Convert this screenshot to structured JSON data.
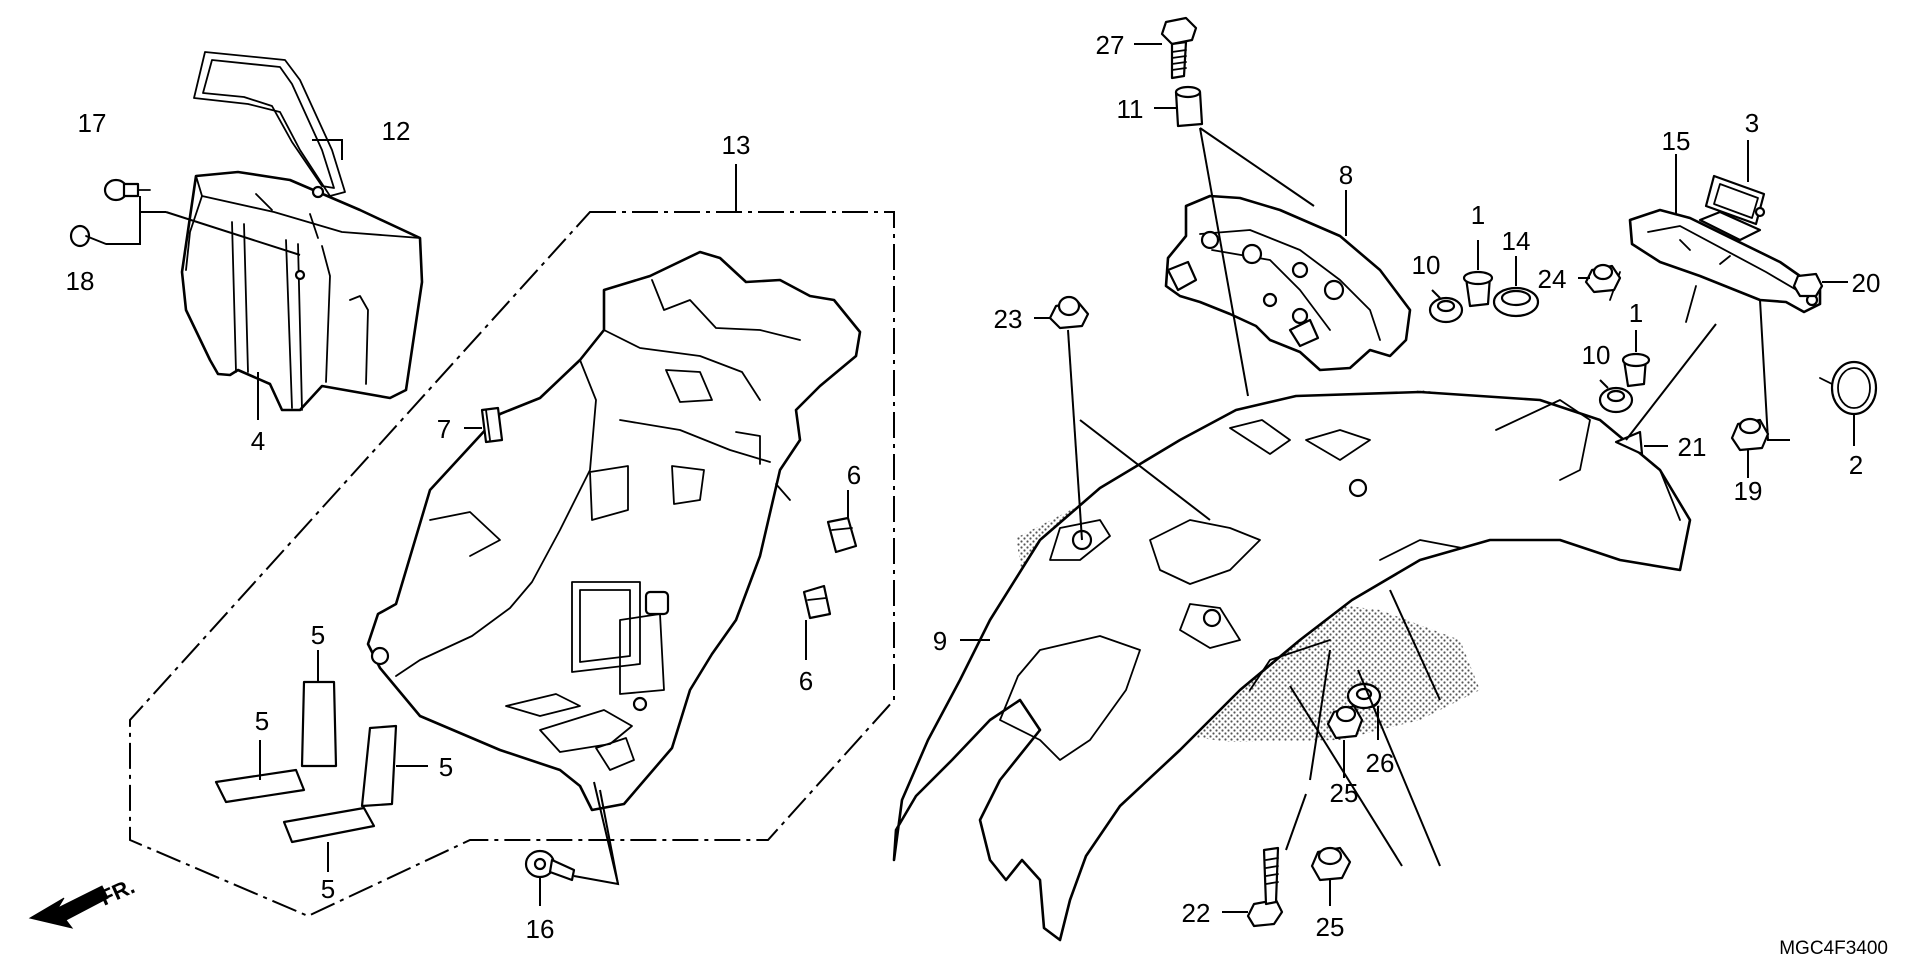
{
  "diagram": {
    "reference_code": "MGC4F3400",
    "front_indicator": "FR.",
    "callouts": {
      "c1a": "1",
      "c1b": "1",
      "c2": "2",
      "c3": "3",
      "c4": "4",
      "c5a": "5",
      "c5b": "5",
      "c5c": "5",
      "c5d": "5",
      "c6a": "6",
      "c6b": "6",
      "c7": "7",
      "c8": "8",
      "c9": "9",
      "c10a": "10",
      "c10b": "10",
      "c11": "11",
      "c12": "12",
      "c13": "13",
      "c14": "14",
      "c15": "15",
      "c16": "16",
      "c17": "17",
      "c18": "18",
      "c19": "19",
      "c20": "20",
      "c21": "21",
      "c22": "22",
      "c23": "23",
      "c24": "24",
      "c25a": "25",
      "c25b": "25",
      "c26": "26",
      "c27": "27"
    }
  }
}
